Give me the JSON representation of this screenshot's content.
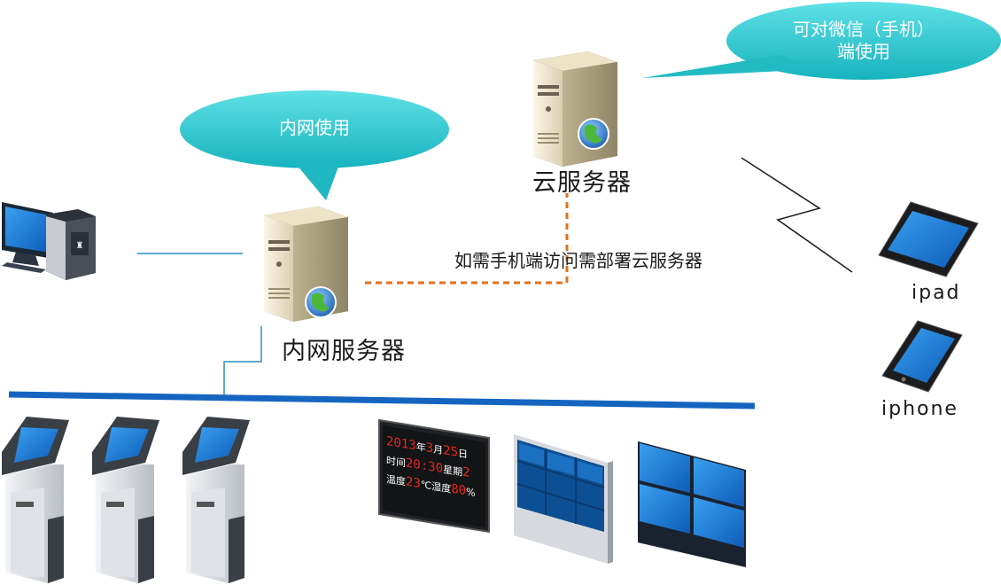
{
  "bubbles": {
    "intranet": "内网使用",
    "wechat_line1": "可对微信（手机）",
    "wechat_line2": "端使用"
  },
  "labels": {
    "cloud_server": "云服务器",
    "intranet_server": "内网服务器",
    "deploy_note": "如需手机端访问需部署云服务器",
    "ipad": "ipad",
    "iphone": "iphone"
  },
  "led_board": {
    "year": "2013",
    "year_unit": "年",
    "month": "3",
    "month_unit": "月",
    "day": "25",
    "day_unit": "日",
    "time_label": "时间",
    "time": "20:30",
    "weekday_label": "星期",
    "weekday": "2",
    "temp_label": "温度",
    "temp": "23",
    "temp_unit": "℃",
    "humidity_label": "湿度",
    "humidity": "80",
    "humidity_unit": "%"
  },
  "colors": {
    "bubble": "#2ec7cf",
    "backbone": "#1565c0",
    "dashed_link": "#e07020",
    "thin_link": "#2a8fc0",
    "screen_blue": "#1a7fd4",
    "led_red": "#e8281e"
  }
}
